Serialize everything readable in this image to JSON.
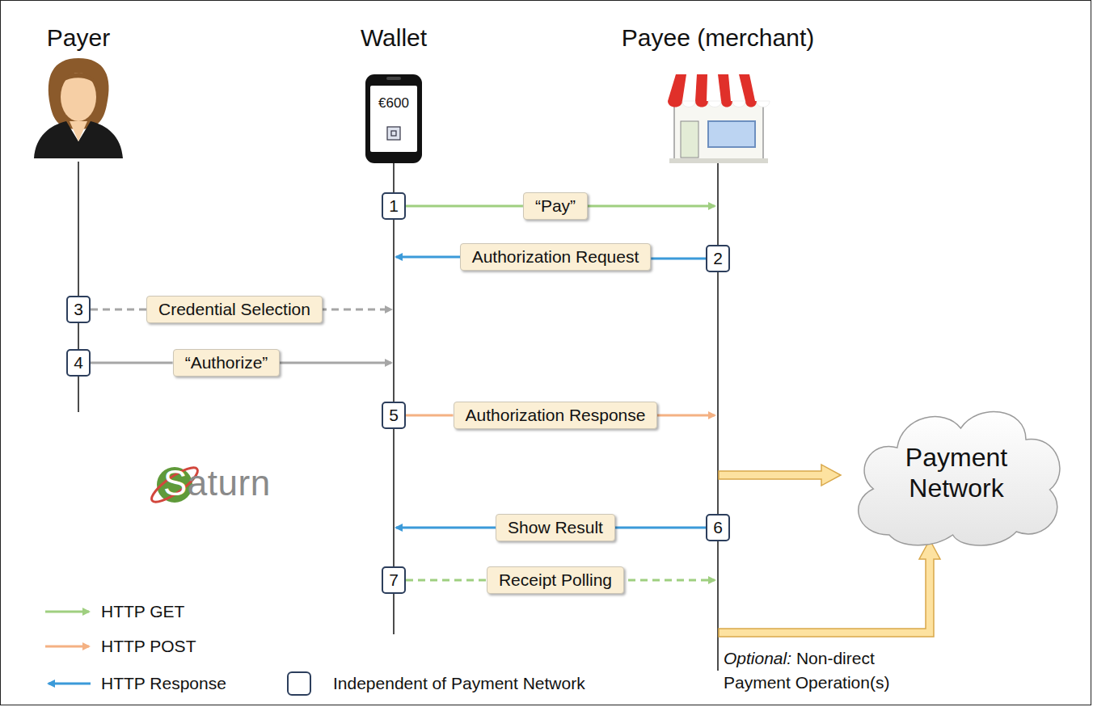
{
  "diagram": {
    "nodes": [
      {
        "text": [
          "1"
        ]
      },
      {
        "text": [
          "“Pay”"
        ]
      },
      {
        "text": [
          "Authorization Request"
        ]
      },
      {
        "text": [
          "2"
        ]
      },
      {
        "text": [
          "3"
        ]
      },
      {
        "text": [
          "Credential Selection"
        ]
      },
      {
        "text": [
          "4"
        ]
      },
      {
        "text": [
          "“Authorize”"
        ]
      },
      {
        "text": [
          "5"
        ]
      },
      {
        "text": [
          "Authorization Response"
        ]
      },
      {
        "text": [
          "Payment Network"
        ]
      },
      {
        "text": [
          "Show Result"
        ]
      },
      {
        "text": [
          "6"
        ]
      },
      {
        "text": [
          "7"
        ]
      },
      {
        "text": [
          "Receipt Polling"
        ]
      }
    ],
    "edges": [
      {
        "from": 0,
        "to": 1,
        "arrow": "none"
      },
      {
        "from": 3,
        "to": 2,
        "arrow": "none"
      },
      {
        "from": 4,
        "to": 5,
        "arrow": "none"
      },
      {
        "from": 6,
        "to": 7,
        "arrow": "none"
      },
      {
        "from": 8,
        "to": 9,
        "arrow": "none"
      },
      {
        "from": 12,
        "to": 11,
        "arrow": "none"
      },
      {
        "from": 13,
        "to": 14,
        "arrow": "none"
      }
    ],
    "labels": [
      "Payer",
      "Wallet",
      "Payee (merchant)",
      "€600",
      "Saturn",
      "Optional:",
      "Non-direct Payment Operation(s)"
    ],
    "legend": [
      {
        "text": "HTTP GET"
      },
      {
        "text": "HTTP POST"
      },
      {
        "text": "HTTP Response"
      },
      {
        "text": "Independent of Payment Network"
      }
    ]
  }
}
